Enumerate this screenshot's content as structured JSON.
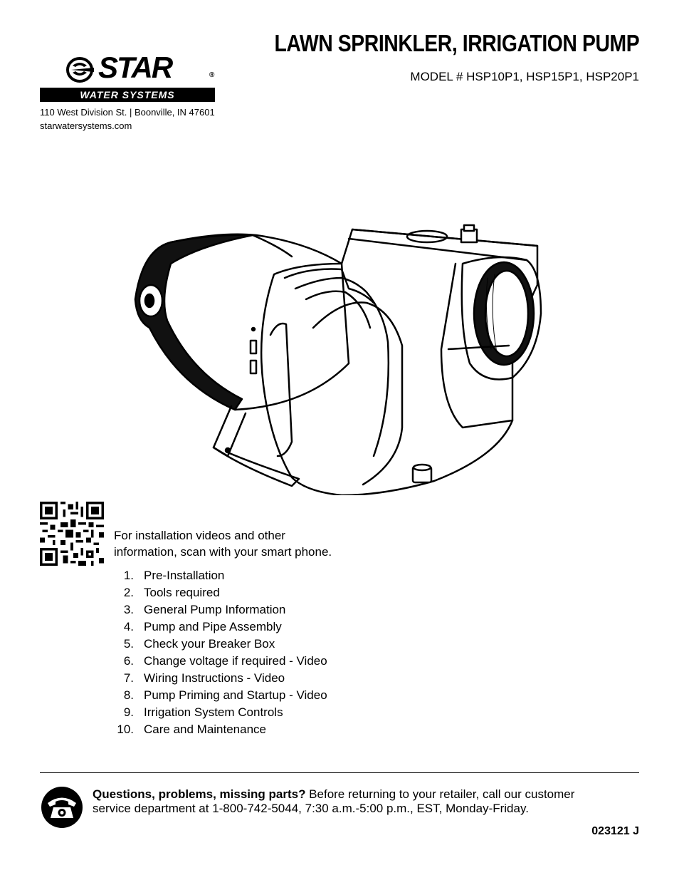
{
  "brand": {
    "name": "STAR",
    "registered": "®",
    "tagline": "WATER SYSTEMS",
    "address": "110 West Division St. | Boonville, IN 47601",
    "website": "starwatersystems.com"
  },
  "title": "LAWN SPRINKLER, IRRIGATION PUMP",
  "model": "MODEL # HSP10P1, HSP15P1, HSP20P1",
  "scan_text": {
    "line1": "For installation videos and other",
    "line2": "information, scan with your smart phone."
  },
  "toc": [
    {
      "num": "1.",
      "label": "Pre-Installation"
    },
    {
      "num": "2.",
      "label": "Tools required"
    },
    {
      "num": "3.",
      "label": "General Pump Information"
    },
    {
      "num": "4.",
      "label": "Pump and Pipe Assembly"
    },
    {
      "num": "5.",
      "label": "Check your Breaker Box"
    },
    {
      "num": "6.",
      "label": "Change voltage if required - Video"
    },
    {
      "num": "7.",
      "label": "Wiring Instructions - Video"
    },
    {
      "num": "8.",
      "label": "Pump Priming and Startup - Video"
    },
    {
      "num": "9.",
      "label": "Irrigation System Controls"
    },
    {
      "num": "10.",
      "label": "Care and Maintenance"
    }
  ],
  "help": {
    "lead": "Questions, problems, missing parts?",
    "line1": " Before returning to your retailer, call our customer",
    "line2": "service department at 1-800-742-5044, 7:30 a.m.-5:00 p.m., EST, Monday-Friday."
  },
  "doc_code": "023121 J",
  "icons": [
    "star-logo-icon",
    "pump-illustration",
    "qr-code-icon",
    "telephone-icon"
  ]
}
